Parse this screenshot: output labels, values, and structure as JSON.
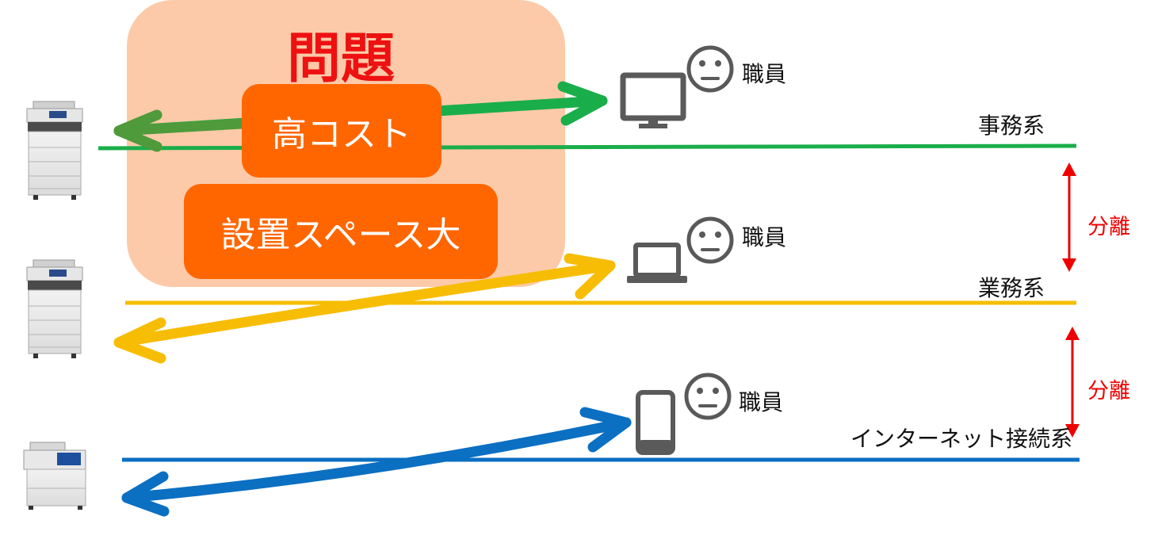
{
  "problem": {
    "title": "問題",
    "items": [
      "高コスト",
      "設置スペース大"
    ]
  },
  "networks": [
    {
      "name": "事務系",
      "color": "#1aae4a"
    },
    {
      "name": "業務系",
      "color": "#f5bd00"
    },
    {
      "name": "インターネット接続系",
      "color": "#0b6fc2"
    }
  ],
  "staff_label": "職員",
  "separation_label": "分離",
  "colors": {
    "problem_panel": "#fccaa8",
    "problem_title": "#ee1111",
    "issue_box": "#ff6600",
    "device_gray": "#5a5a5a",
    "separation": "#ee0000"
  },
  "icons": {
    "printers": [
      "mfp-printer-icon",
      "mfp-printer-icon",
      "compact-printer-icon"
    ],
    "devices": [
      "desktop-monitor-icon",
      "laptop-icon",
      "tablet-icon"
    ],
    "person": "neutral-face-icon"
  }
}
